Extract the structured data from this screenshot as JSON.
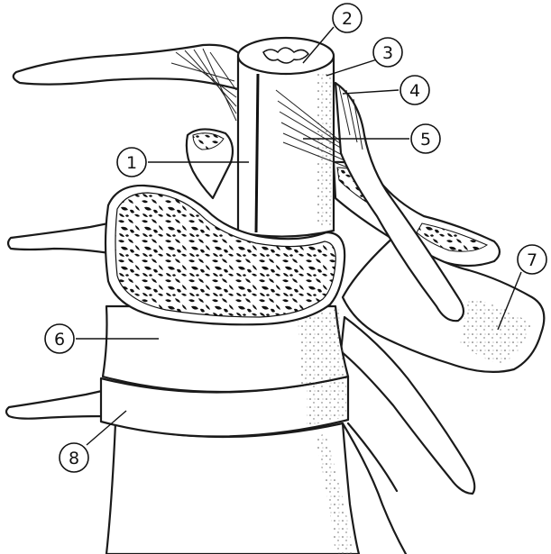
{
  "figure": {
    "background": "#ffffff",
    "ink": "#111111"
  },
  "callouts": [
    {
      "id": "1",
      "label": "1"
    },
    {
      "id": "2",
      "label": "2"
    },
    {
      "id": "3",
      "label": "3"
    },
    {
      "id": "4",
      "label": "4"
    },
    {
      "id": "5",
      "label": "5"
    },
    {
      "id": "6",
      "label": "6"
    },
    {
      "id": "7",
      "label": "7"
    },
    {
      "id": "8",
      "label": "8"
    }
  ]
}
